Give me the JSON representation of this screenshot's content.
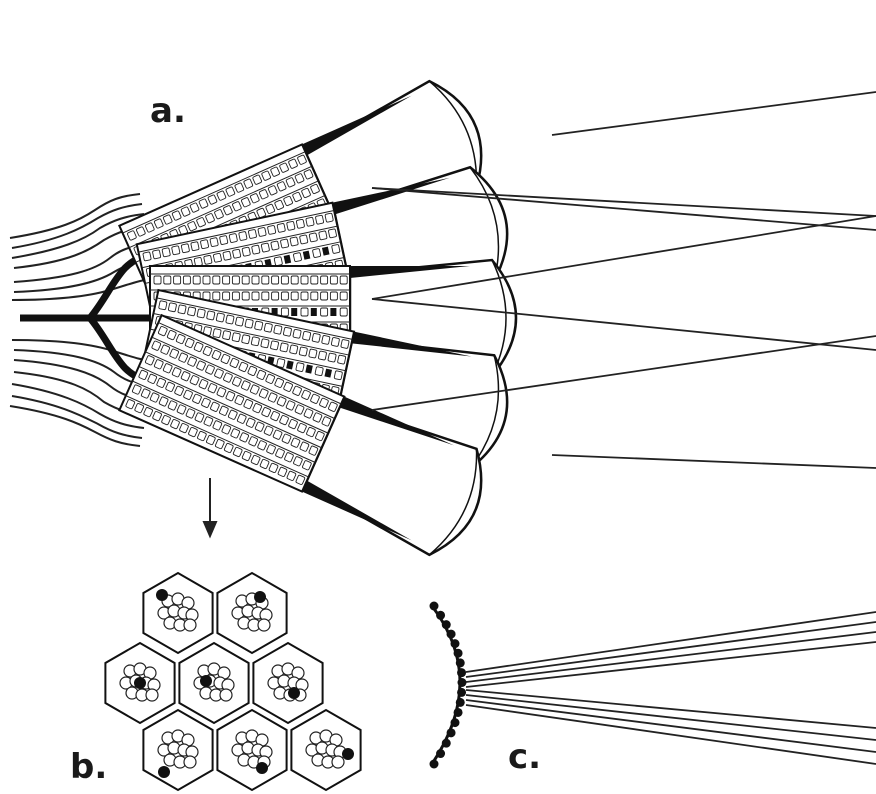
{
  "figure": {
    "labels": {
      "a": "a.",
      "b": "b.",
      "c": "c."
    },
    "colors": {
      "ink": "#111111",
      "background": "#ffffff"
    }
  }
}
